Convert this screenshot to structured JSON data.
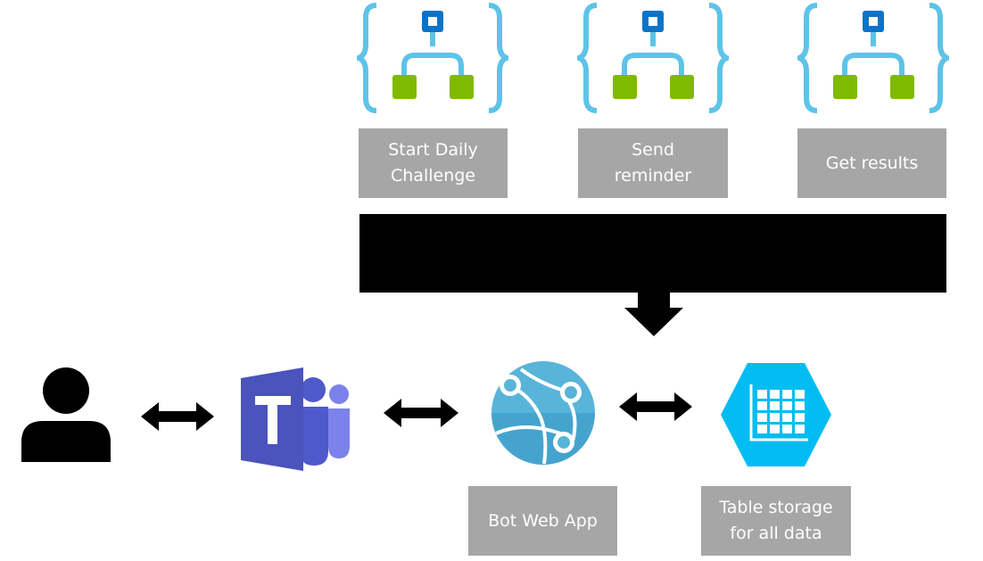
{
  "logic_apps": [
    {
      "label": "Start Daily\nChallenge"
    },
    {
      "label": "Send\nreminder"
    },
    {
      "label": "Get results"
    }
  ],
  "bot_web_app": {
    "label": "Bot Web App"
  },
  "table_storage": {
    "label": "Table storage\nfor all data"
  },
  "icons": {
    "user": "user-icon",
    "teams": "teams-icon",
    "web_app": "web-app-globe-icon",
    "storage": "table-storage-icon",
    "logic_app": "logic-app-icon"
  },
  "colors": {
    "label_bg": "#a6a6a6",
    "logic_brace": "#5ec3e8",
    "logic_top_node": "#0a74c9",
    "logic_leaf_node": "#7fba00",
    "teams_purple": "#5059c9",
    "web_app_blue": "#59b4d9",
    "storage_cyan": "#00bcf2"
  }
}
